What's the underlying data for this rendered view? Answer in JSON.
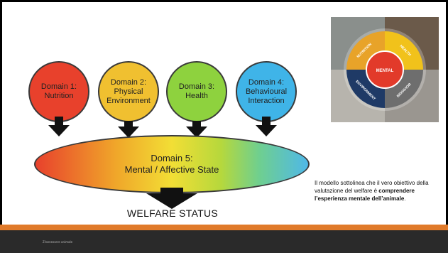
{
  "domains": [
    {
      "label": "Domain 1:\nNutrition",
      "color": "#e8412c"
    },
    {
      "label": "Domain 2:\nPhysical\nEnvironment",
      "color": "#f0c030"
    },
    {
      "label": "Domain 3:\nHealth",
      "color": "#8ed23e"
    },
    {
      "label": "Domain 4:\nBehavioural\nInteraction",
      "color": "#3fb4e8"
    }
  ],
  "domain5": {
    "label": "Domain 5:\nMental / Affective State"
  },
  "welfare_status": "WELFARE STATUS",
  "wheel": {
    "segments": [
      {
        "label": "NUTRITION",
        "color": "#e8a329"
      },
      {
        "label": "HEALTH",
        "color": "#f1c21b"
      },
      {
        "label": "BEHAVIOR",
        "color": "#6e6e6e"
      },
      {
        "label": "ENVIRONMENT",
        "color": "#1f3a66"
      }
    ],
    "center": {
      "label": "MENTAL",
      "color": "#e23a2a"
    }
  },
  "note": {
    "prefix": "Il modello sottolinea che il vero obiettivo della valutazione del welfare è ",
    "bold": "comprendere l’esperienza mentale dell’animale",
    "suffix": "."
  },
  "footer": {
    "text": "Z-benessere animale"
  },
  "colors": {
    "footer_bar": "#2a2a2a",
    "footer_stripe": "#e07a2a"
  }
}
